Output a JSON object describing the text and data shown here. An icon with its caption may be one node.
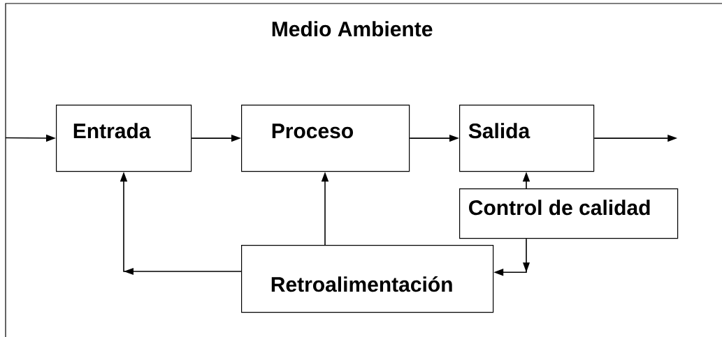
{
  "diagram": {
    "nodes": [
      {
        "text": [
          "Medio Ambiente"
        ]
      },
      {
        "text": [
          "Entrada"
        ],
        "in": 0
      },
      {
        "text": [
          "Proceso"
        ],
        "in": 0
      },
      {
        "text": [
          "Salida"
        ],
        "in": 0
      },
      {
        "text": [
          "Control de calidad"
        ],
        "in": 0
      },
      {
        "text": [
          "Retroalimentación"
        ],
        "in": 0
      }
    ],
    "edges": [
      {
        "from": null,
        "to": 1,
        "arrow": "to"
      },
      {
        "from": 1,
        "to": 2,
        "arrow": "to"
      },
      {
        "from": 2,
        "to": 3,
        "arrow": "to"
      },
      {
        "from": 3,
        "to": null,
        "arrow": "to"
      },
      {
        "from": 4,
        "to": 3,
        "arrow": "to"
      },
      {
        "from": 4,
        "to": 5,
        "arrow": "to"
      },
      {
        "from": 5,
        "to": 2,
        "arrow": "to"
      },
      {
        "from": 5,
        "to": 1,
        "arrow": "to"
      }
    ]
  }
}
